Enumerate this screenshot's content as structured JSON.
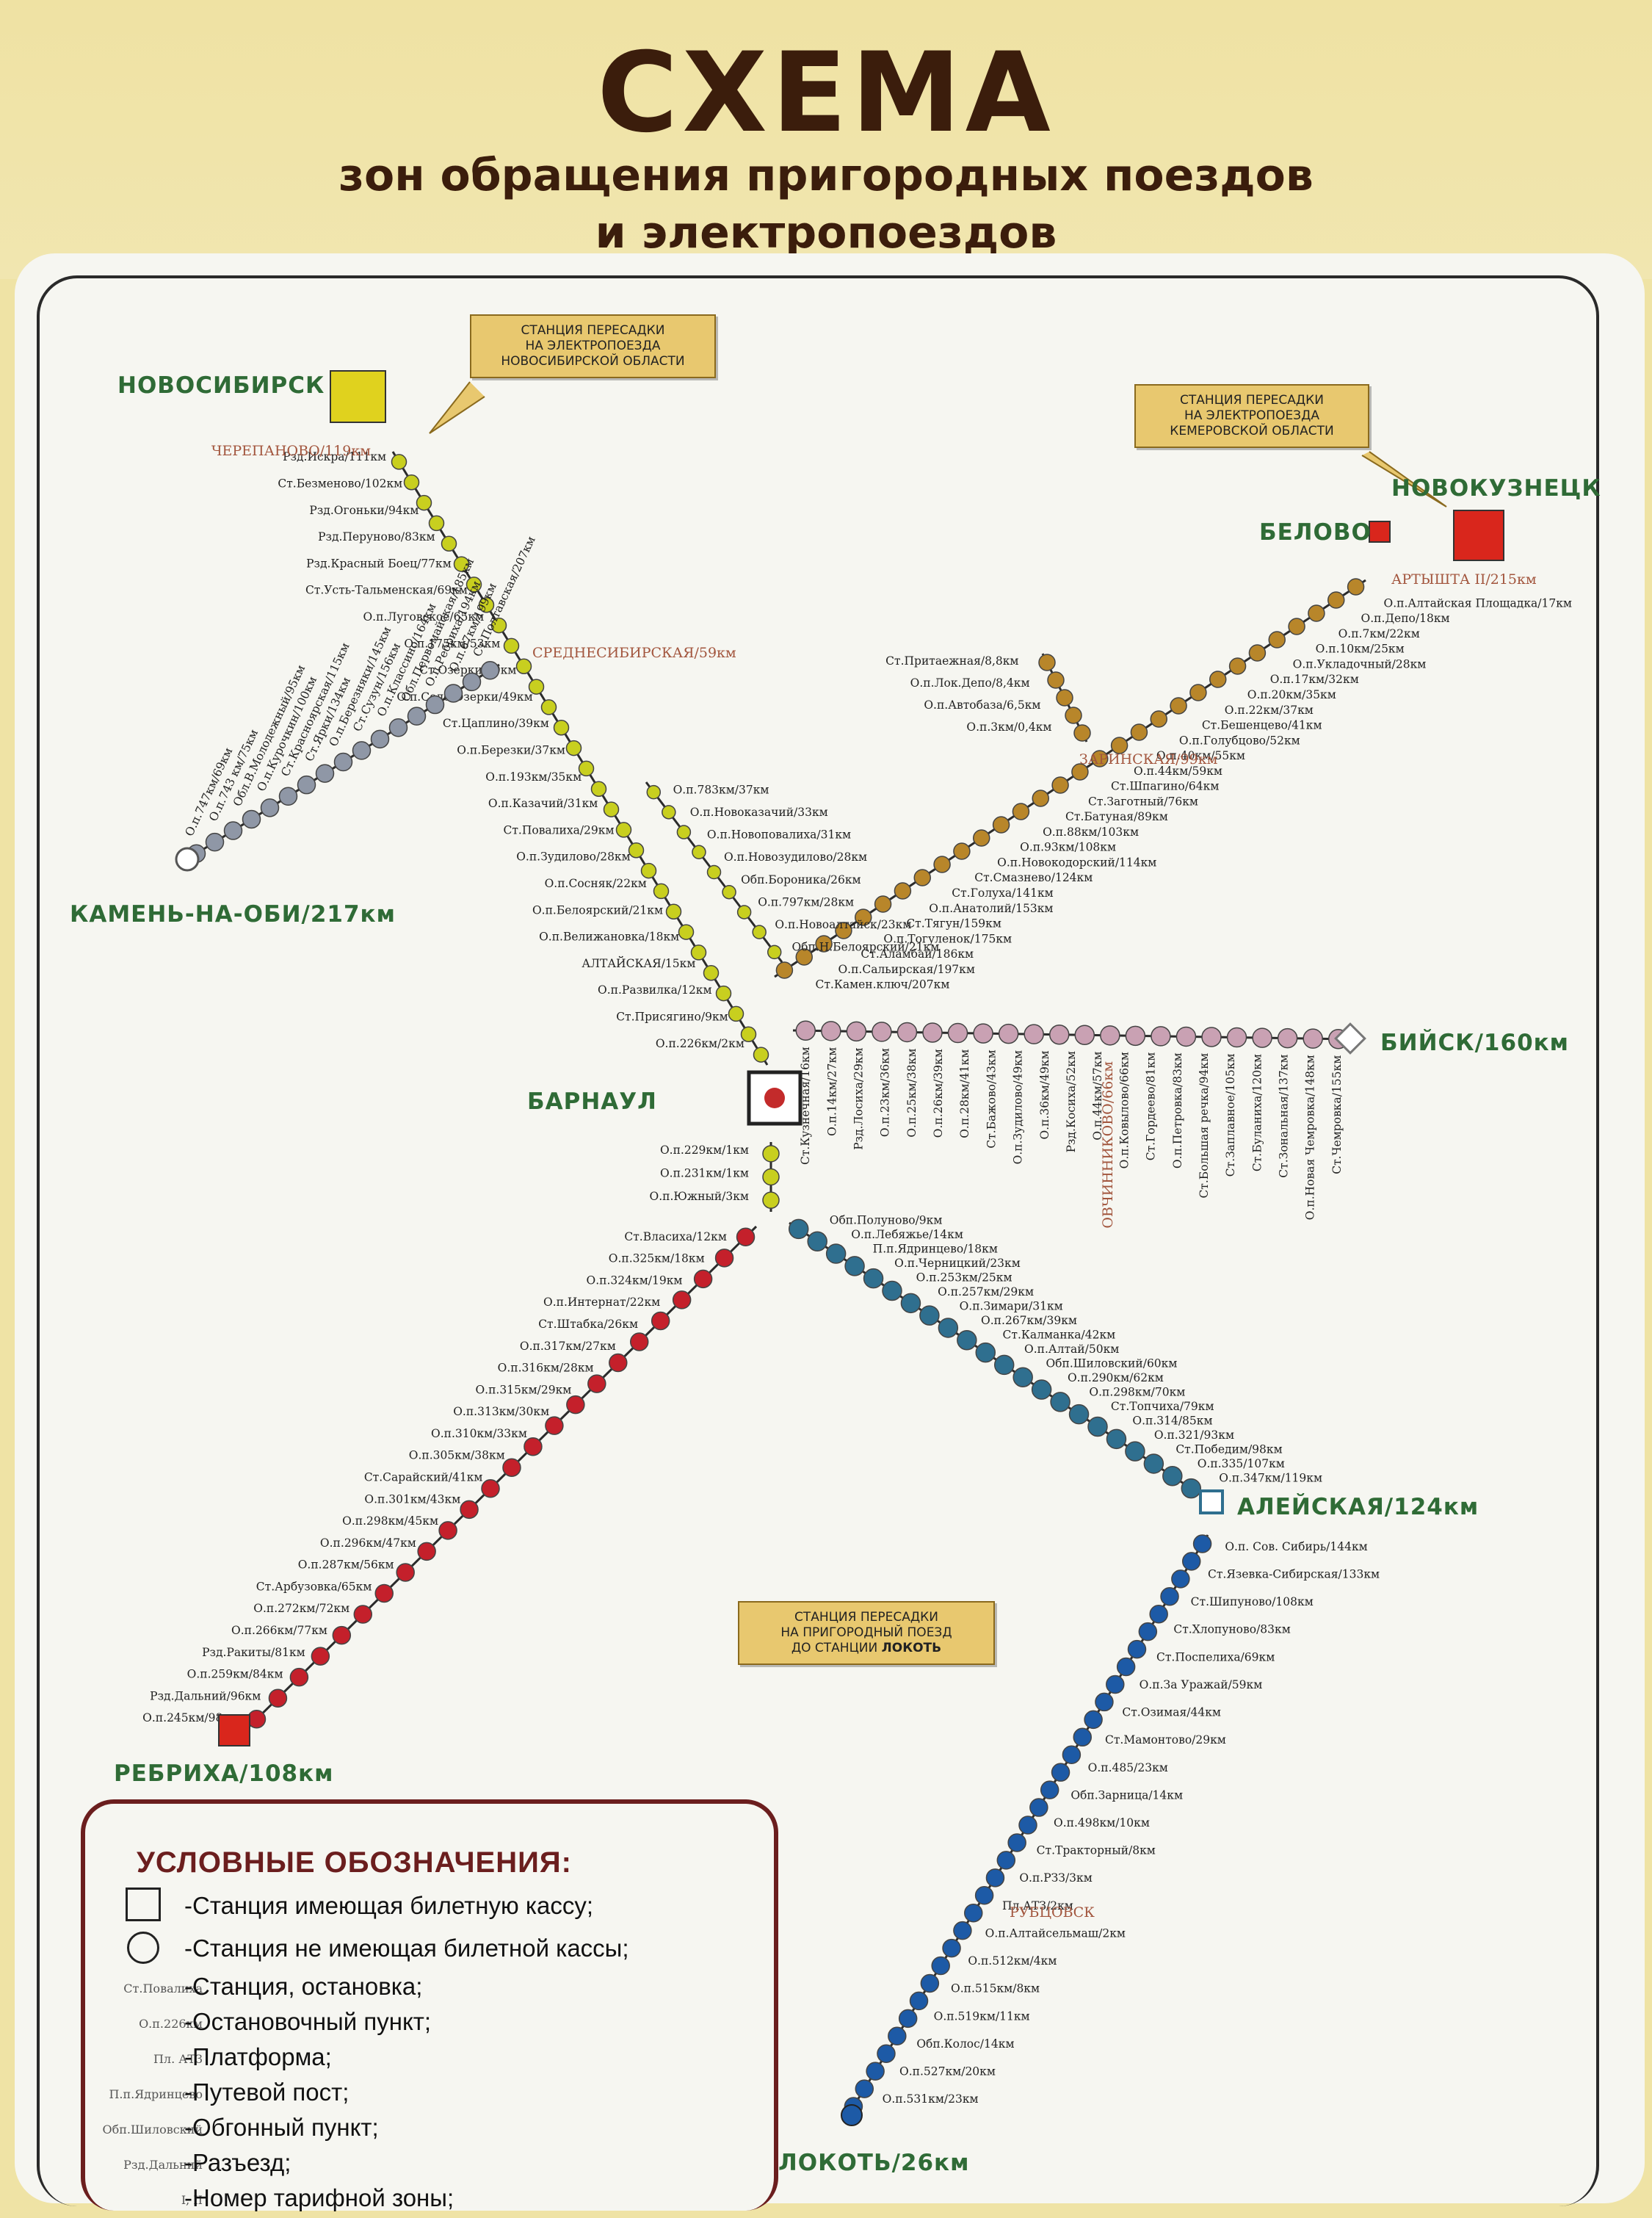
{
  "header": {
    "title": "СХЕМА",
    "subtitle_line1": "зон обращения пригородных поездов",
    "subtitle_line2": "и электропоездов"
  },
  "callouts": {
    "novosibirsk": [
      "СТАНЦИЯ ПЕРЕСАДКИ",
      "НА ЭЛЕКТРОПОЕЗДА",
      "НОВОСИБИРСКОЙ ОБЛАСТИ"
    ],
    "kemerovo": [
      "СТАНЦИЯ ПЕРЕСАДКИ",
      "НА ЭЛЕКТРОПОЕЗДА",
      "КЕМЕРОВСКОЙ ОБЛАСТИ"
    ],
    "lokot": [
      "СТАНЦИЯ ПЕРЕСАДКИ",
      "НА ПРИГОРОДНЫЙ ПОЕЗД",
      "ДО СТАНЦИИ"
    ],
    "lokot_bold": "ЛОКОТЬ"
  },
  "colors": {
    "yellow_line": "#c8cf1f",
    "orange_line": "#b8862a",
    "pink_line": "#c9a1b3",
    "red_line": "#c4202b",
    "teal_line": "#2f6f8f",
    "blue_line": "#1d5aa6",
    "grey_line": "#8f97a6",
    "city_label": "#2f6b36",
    "station_brown": "#a2553d",
    "barnaul_red": "#c32b2b",
    "terminal_yellow": "#e0d21e",
    "terminal_red": "#d9261c"
  },
  "cities": {
    "novosibirsk": "НОВОСИБИРСК",
    "novokuznetsk": "НОВОКУЗНЕЦК",
    "belovo": "БЕЛОВО",
    "kamen": "КАМЕНЬ-НА-ОБИ/217км",
    "biysk": "БИЙСК/160км",
    "barnaul": "БАРНАУЛ",
    "aleyskaya": "АЛЕЙСКАЯ/124км",
    "rebrikha": "РЕБРИХА/108км",
    "lokot": "ЛОКОТЬ/26км"
  },
  "lines": {
    "novosibirsk": {
      "major": [
        "ЧЕРЕПАНОВО/119км",
        "СРЕДНЕСИБИРСКАЯ/59км"
      ],
      "labels": [
        "Рзд.Искра/111км",
        "Ст.Безменово/102км",
        "Рзд.Огоньки/94км",
        "Рзд.Перуново/83км",
        "Рзд.Красный Боец/77км",
        "Ст.Усть-Тальменская/69км",
        "О.п.Луговское/65км",
        "О.п.175км/53км",
        "Ст.Озерки/50км",
        "О.п.Село-Озерки/49км",
        "Ст.Цаплино/39км",
        "О.п.Березки/37км",
        "О.п.193км/35км",
        "О.п.Казачий/31км",
        "Ст.Повалиха/29км",
        "О.п.Зудилово/28км",
        "О.п.Сосняк/22км",
        "О.п.Белоярский/21км",
        "О.п.Велижановка/18км",
        "АЛТАЙСКАЯ/15км",
        "О.п.Развилка/12км",
        "Ст.Присягино/9км",
        "О.п.226км/2км"
      ]
    },
    "kamen": {
      "labels": [
        "Ст.Полтавская/207км",
        "О.п.67км/199км",
        "О.п.Ребриха/194км",
        "Обл.Первомайская/185км",
        "О.п.Классино/164км",
        "Ст.Сузун/156км",
        "О.п.Березняки/145км",
        "Ст.Ярки/134км",
        "Ст.Красноярская/115км",
        "О.п.Курочкин/100км",
        "Обл.В.Молодежный/95км",
        "О.п.743 км/75км",
        "О.п.747км/69км"
      ]
    },
    "zarinskaya": {
      "major": [
        "АРТЫШТА II/215км",
        "ЗАРИНСКАЯ/99км"
      ],
      "labels": [
        "Ст.Камен.ключ/207км",
        "О.п.Сальирская/197км",
        "Ст.Аламбай/186км",
        "О.п.Тогуленок/175км",
        "Ст.Тягун/159км",
        "О.п.Анатолий/153км",
        "Ст.Голуха/141км",
        "Ст.Смазнево/124км",
        "О.п.Новокодорский/114км",
        "О.п.93км/108км",
        "О.п.88км/103км",
        "Ст.Батуная/89км",
        "Ст.Заготный/76км",
        "Ст.Шпагино/64км",
        "О.п.44км/59км",
        "О.п.40км/55км",
        "О.п.Голубцово/52км",
        "Ст.Бешенцево/41км",
        "О.п.22км/37км",
        "О.п.20км/35км",
        "О.п.17км/32км",
        "О.п.Укладочный/28км",
        "О.п.10км/25км",
        "О.п.7км/22км",
        "О.п.Депо/18км",
        "О.п.Алтайская Площадка/17км"
      ]
    },
    "prigor": {
      "labels": [
        "Ст.Притаежная/8,8км",
        "О.п.Лок.Депо/8,4км",
        "О.п.Автобаза/6,5км",
        "О.п.3км/0,4км"
      ]
    },
    "branch": {
      "labels": [
        "О.п.783км/37км",
        "О.п.Новоказачий/33км",
        "О.п.Новоповалиха/31км",
        "О.п.Новозудилово/28км",
        "Обп.Бороника/26км",
        "О.п.797км/28км",
        "О.п.Новоалтайск/23км",
        "Обп.Н.Белоярский/21км"
      ]
    },
    "biysk": {
      "major": "ОВЧИННИКОВО/66км",
      "labels": [
        "Ст.Кузнечная/16км",
        "О.п.14км/27км",
        "Рзд.Лосиха/29км",
        "О.п.23км/36км",
        "О.п.25км/38км",
        "О.п.26км/39км",
        "О.п.28км/41км",
        "Ст.Бажово/43км",
        "О.п.Зудилово/49км",
        "О.п.36км/49км",
        "Рзд.Косиха/52км",
        "О.п.44км/57км",
        "О.п.Ковылово/66км",
        "Ст.Гордеево/81км",
        "О.п.Петровка/83км",
        "Ст.Большая речка/94км",
        "Ст.Заплавное/105км",
        "Ст.Буланиха/120км",
        "Ст.Зональная/137км",
        "О.п.Новая Чемровка/148км",
        "Ст.Чемровка/155км"
      ]
    },
    "barnaul_south": {
      "labels": [
        "О.п.229км/1км",
        "О.п.231км/1км",
        "О.п.Южный/3км"
      ]
    },
    "rebrikha": {
      "labels": [
        "Ст.Власиха/12км",
        "О.п.325км/18км",
        "О.п.324км/19км",
        "О.п.Интернат/22км",
        "Ст.Штабка/26км",
        "О.п.317км/27км",
        "О.п.316км/28км",
        "О.п.315км/29км",
        "О.п.313км/30км",
        "О.п.310км/33км",
        "О.п.305км/38км",
        "Ст.Сарайский/41км",
        "О.п.301км/43км",
        "О.п.298км/45км",
        "О.п.296км/47км",
        "О.п.287км/56км",
        "Ст.Арбузовка/65км",
        "О.п.272км/72км",
        "О.п.266км/77км",
        "Рзд.Ракиты/81км",
        "О.п.259км/84км",
        "Рзд.Дальний/96км",
        "О.п.245км/98км"
      ]
    },
    "aleyskaya": {
      "labels": [
        "Обп.Полуново/9км",
        "О.п.Лебяжье/14км",
        "П.п.Ядринцево/18км",
        "О.п.Черницкий/23км",
        "О.п.253км/25км",
        "О.п.257км/29км",
        "О.п.Зимари/31км",
        "О.п.267км/39км",
        "Ст.Калманка/42км",
        "О.п.Алтай/50км",
        "Обп.Шиловский/60км",
        "О.п.290км/62км",
        "О.п.298км/70км",
        "Ст.Топчиха/79км",
        "О.п.314/85км",
        "О.п.321/93км",
        "Ст.Победим/98км",
        "О.п.335/107км",
        "О.п.347км/119км"
      ]
    },
    "lokot": {
      "major": "РУБЦОВСК",
      "labels": [
        "О.п. Сов. Сибирь/144км",
        "Ст.Язевка-Сибирская/133км",
        "Ст.Шипуново/108км",
        "Ст.Хлопуново/83км",
        "Ст.Поспелиха/69км",
        "О.п.За Уражай/59км",
        "Ст.Озимая/44км",
        "Ст.Мамонтово/29км",
        "О.п.485/23км",
        "Обп.Зарница/14км",
        "О.п.498км/10км",
        "Ст.Тракторный/8км",
        "О.п.РЗЗ/3км",
        "Пл.АТЗ/2км",
        "О.п.Алтайсельмаш/2км",
        "О.п.512км/4км",
        "О.п.515км/8км",
        "О.п.519км/11км",
        "Обп.Колос/14км",
        "О.п.527км/20км",
        "О.п.531км/23км"
      ]
    }
  },
  "legend": {
    "title": "УСЛОВНЫЕ ОБОЗНАЧЕНИЯ:",
    "rows": [
      {
        "small": "",
        "text": "-Станция имеющая билетную кассу;"
      },
      {
        "small": "",
        "text": "-Станция не имеющая билетной кассы;"
      },
      {
        "small": "Ст.Повалиха",
        "text": "-Станция, остановка;"
      },
      {
        "small": "О.п.226км",
        "text": "-Остановочный пункт;"
      },
      {
        "small": "Пл. АТЗ",
        "text": "-Платформа;"
      },
      {
        "small": "П.п.Ядринцево",
        "text": "-Путевой пост;"
      },
      {
        "small": "Обп.Шиловский",
        "text": "-Обгонный пункт;"
      },
      {
        "small": "Рзд.Дальний",
        "text": "-Разъезд;"
      },
      {
        "small": "I, II",
        "text": "-Номер тарифной зоны;"
      }
    ]
  }
}
